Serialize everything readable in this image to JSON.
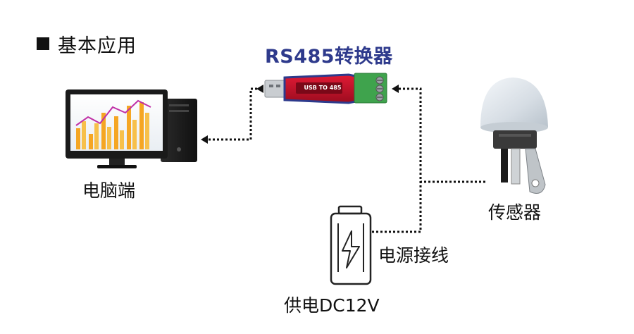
{
  "section_title": "基本应用",
  "converter": {
    "title": "RS485转换器",
    "device_text": "USB TO 485"
  },
  "nodes": {
    "computer": "电脑端",
    "sensor": "传感器",
    "power_wire": "电源接线",
    "power_supply": "供电DC12V"
  },
  "colors": {
    "converter_title": "#2e3a8c",
    "converter_body": "#c8102e",
    "terminal_block": "#3fa34d",
    "chart_bars": "#f5a623",
    "chart_line": "#c02fa6"
  },
  "icons": [
    "computer-icon",
    "usb-rs485-converter-icon",
    "light-sensor-icon",
    "battery-charging-icon",
    "arrow-icon"
  ]
}
